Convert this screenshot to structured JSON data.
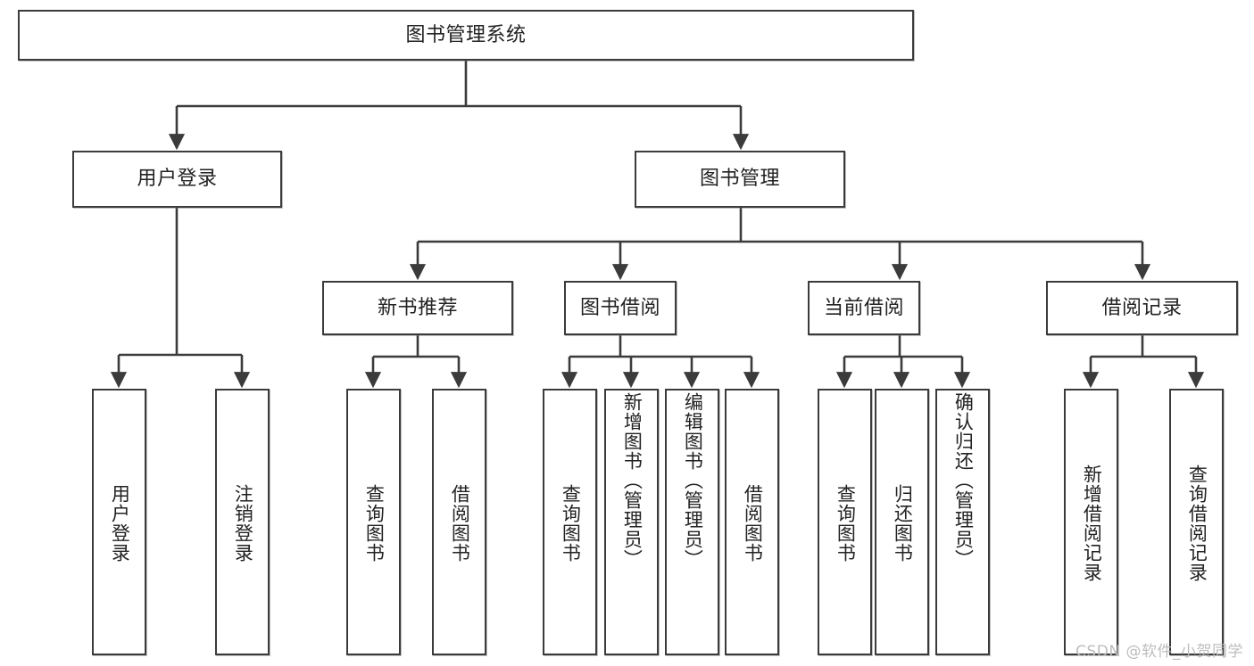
{
  "diagram": {
    "title": "图书管理系统",
    "type": "tree-hierarchy",
    "root": {
      "id": "root",
      "label": "图书管理系统"
    },
    "level2": [
      {
        "id": "user-login",
        "label": "用户登录"
      },
      {
        "id": "book-manage",
        "label": "图书管理"
      }
    ],
    "level3": [
      {
        "id": "new-book-recommend",
        "label": "新书推荐",
        "parent": "book-manage"
      },
      {
        "id": "book-borrow",
        "label": "图书借阅",
        "parent": "book-manage"
      },
      {
        "id": "current-borrow",
        "label": "当前借阅",
        "parent": "book-manage"
      },
      {
        "id": "borrow-record",
        "label": "借阅记录",
        "parent": "book-manage"
      }
    ],
    "leaves": [
      {
        "id": "leaf-user-login",
        "label": "用户登录",
        "parent": "user-login"
      },
      {
        "id": "leaf-user-logout",
        "label": "注销登录",
        "parent": "user-login"
      },
      {
        "id": "leaf-query-book-1",
        "label": "查询图书",
        "parent": "new-book-recommend"
      },
      {
        "id": "leaf-borrow-book-1",
        "label": "借阅图书",
        "parent": "new-book-recommend"
      },
      {
        "id": "leaf-query-book-2",
        "label": "查询图书",
        "parent": "book-borrow"
      },
      {
        "id": "leaf-add-book",
        "label": "新增图书（管理员）",
        "parent": "book-borrow"
      },
      {
        "id": "leaf-edit-book",
        "label": "编辑图书（管理员）",
        "parent": "book-borrow"
      },
      {
        "id": "leaf-borrow-book-2",
        "label": "借阅图书",
        "parent": "book-borrow"
      },
      {
        "id": "leaf-query-book-3",
        "label": "查询图书",
        "parent": "current-borrow"
      },
      {
        "id": "leaf-return-book",
        "label": "归还图书",
        "parent": "current-borrow"
      },
      {
        "id": "leaf-confirm-return",
        "label": "确认归还（管理员）",
        "parent": "current-borrow"
      },
      {
        "id": "leaf-add-record",
        "label": "新增借阅记录",
        "parent": "borrow-record"
      },
      {
        "id": "leaf-query-record",
        "label": "查询借阅记录",
        "parent": "borrow-record"
      }
    ]
  },
  "watermark": {
    "text": "CSDN @软件_小贺同学"
  },
  "colors": {
    "stroke": "#3b3b3b",
    "text": "#222222",
    "background": "#ffffff",
    "watermark": "#bdbdbd"
  }
}
